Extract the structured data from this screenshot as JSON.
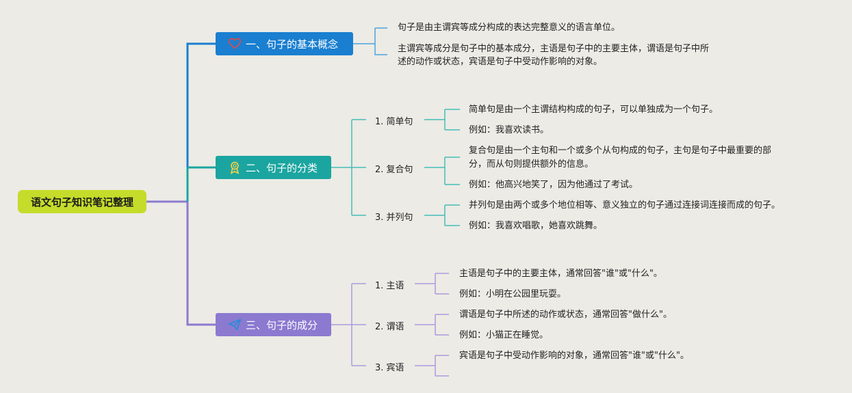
{
  "root": {
    "title": "语文句子知识笔记整理"
  },
  "branches": [
    {
      "title": "一、句子的基本概念",
      "icon": "heart-icon",
      "color": "#1a7fd0",
      "leaves": [
        "句子是由主谓宾等成分构成的表达完整意义的语言单位。",
        "主谓宾等成分是句子中的基本成分，主语是句子中的主要主体，谓语是句子中所",
        "述的动作或状态，宾语是句子中受动作影响的对象。"
      ]
    },
    {
      "title": "二、句子的分类",
      "icon": "award-ribbon-icon",
      "color": "#1ba5a0",
      "subs": [
        {
          "label": "1. 简单句",
          "leaves": [
            "简单句是由一个主谓结构构成的句子，可以单独成为一个句子。",
            "例如：我喜欢读书。"
          ]
        },
        {
          "label": "2. 复合句",
          "leaves": [
            "复合句是由一个主句和一个或多个从句构成的句子，主句是句子中最重要的部",
            "分，而从句则提供额外的信息。",
            "例如：他高兴地笑了，因为他通过了考试。"
          ]
        },
        {
          "label": "3. 并列句",
          "leaves": [
            "并列句是由两个或多个地位相等、意义独立的句子通过连接词连接而成的句子。",
            "例如：我喜欢唱歌，她喜欢跳舞。"
          ]
        }
      ]
    },
    {
      "title": "三、句子的成分",
      "icon": "paper-plane-icon",
      "color": "#8b7ad0",
      "subs": [
        {
          "label": "1. 主语",
          "leaves": [
            "主语是句子中的主要主体，通常回答\"谁\"或\"什么\"。",
            "例如：小明在公园里玩耍。"
          ]
        },
        {
          "label": "2. 谓语",
          "leaves": [
            "谓语是句子中所述的动作或状态，通常回答\"做什么\"。",
            "例如：小猫正在睡觉。"
          ]
        },
        {
          "label": "3. 宾语",
          "leaves": [
            "宾语是句子中受动作影响的对象，通常回答\"谁\"或\"什么\"。"
          ]
        }
      ]
    }
  ],
  "colors": {
    "root": "#c5dc2a",
    "root_line": "#8b7ad0",
    "leaf_line_b1": "#4aa3e0",
    "leaf_line_b2": "#44bdb8",
    "leaf_line_b3": "#a99bdf"
  }
}
